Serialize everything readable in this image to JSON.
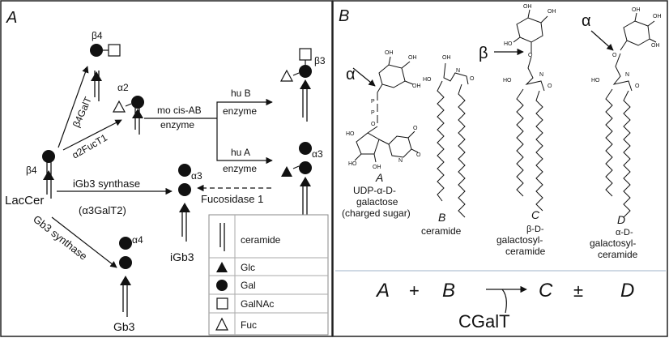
{
  "panel_a": {
    "letter": "A",
    "lacCer": "LacCer",
    "b4_lac": "β4",
    "b4_product": "β4",
    "b3_product": "β3",
    "a2_product": "α2",
    "a3_A": "α3",
    "a3_iGb3": "α3",
    "a4_Gb3": "α4",
    "enzymes": {
      "b4galt": "β4GalT",
      "a2fuct1": "α2FucT1",
      "mo_cis_ab": "mo cis-AB",
      "mo_cis_ab_2": "enzyme",
      "hu_b": "hu B",
      "hu_b_2": "enzyme",
      "hu_a": "hu A",
      "hu_a_2": "enzyme",
      "igb3_synthase": "iGb3 synthase",
      "igb3_synthase_2": "(α3GalT2)",
      "fucosidase": "Fucosidase 1",
      "gb3_synthase": "Gb3 synthase"
    },
    "products": {
      "igb3": "iGb3",
      "gb3": "Gb3"
    },
    "legend": {
      "ceramide": "ceramide",
      "glc": "Glc",
      "gal": "Gal",
      "galnac": "GalNAc",
      "fuc": "Fuc"
    }
  },
  "panel_b": {
    "letter": "B",
    "alpha_1": "α",
    "beta": "β",
    "alpha_2": "α",
    "A": {
      "letter": "A",
      "l1": "UDP-α-D-",
      "l2": "galactose",
      "l3": "(charged sugar)"
    },
    "B": {
      "letter": "B",
      "l1": "ceramide"
    },
    "C": {
      "letter": "C",
      "l1": "β-D-",
      "l2": "galactosyl-",
      "l3": "ceramide"
    },
    "D": {
      "letter": "D",
      "l1": "α-D-",
      "l2": "galactosyl-",
      "l3": "ceramide"
    },
    "equation": {
      "a": "A",
      "plus": "+",
      "b": "B",
      "c": "C",
      "pm": "±",
      "d": "D"
    },
    "enzyme": "CGalT"
  },
  "colors": {
    "ink": "#111111",
    "separator": "#9fb3c8",
    "frame": "#222222"
  }
}
